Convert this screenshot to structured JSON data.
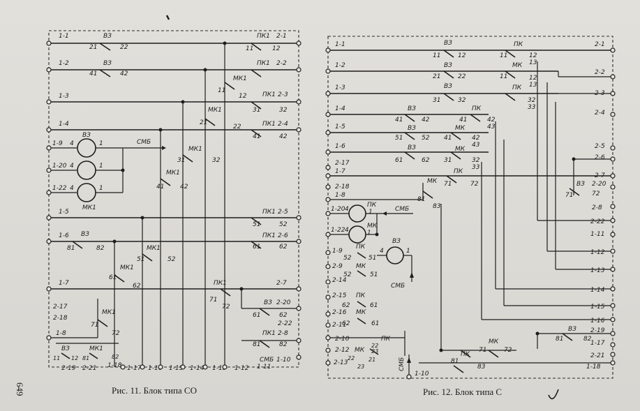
{
  "page_number": "649",
  "figure_left": {
    "caption": "Рис. 11. Блок типа СО",
    "left_terminals": [
      "1-1",
      "1-2",
      "1-3",
      "1-4",
      "1-9",
      "1-20",
      "1-22",
      "1-5",
      "1-6",
      "1-7",
      "2-17",
      "2-18",
      "1-8"
    ],
    "right_terminals": [
      "2-1",
      "2-2",
      "2-3",
      "2-4",
      "2-5",
      "2-6",
      "2-7",
      "2-20",
      "2-22",
      "2-8",
      "1-10",
      "1-11"
    ],
    "bottom_terminals": [
      "2-19",
      "2-21",
      "1-18",
      "1-17",
      "1-16",
      "1-15",
      "1-14",
      "1-13",
      "1-12"
    ],
    "coils": [
      "ВЗ",
      "МК1"
    ],
    "signal": "СМБ",
    "contacts": {
      "vz": "ВЗ",
      "pk1": "ПК1",
      "mk1": "МК1",
      "n11": "11",
      "n12": "12",
      "n21": "21",
      "n22": "22",
      "n31": "31",
      "n32": "32",
      "n41": "41",
      "n42": "42",
      "n51": "51",
      "n52": "52",
      "n61": "61",
      "n62": "62",
      "n71": "71",
      "n72": "72",
      "n81": "81",
      "n82": "82",
      "n4": "4",
      "n1": "1"
    }
  },
  "figure_right": {
    "caption": "Рис. 12. Блок   типа С",
    "left_terminals": [
      "1-1",
      "1-2",
      "1-3",
      "1-4",
      "1-5",
      "1-6",
      "2-17",
      "1-7",
      "2-18",
      "1-8",
      "1-20",
      "1-22",
      "1-9",
      "2-9",
      "2-14",
      "2-15",
      "2-16",
      "2-11",
      "2-10",
      "2-12",
      "2-13"
    ],
    "right_terminals": [
      "2-1",
      "2-2",
      "2-3",
      "2-4",
      "2-5",
      "2-6",
      "2-7",
      "2-20",
      "2-8",
      "2-22",
      "1-11",
      "1-12",
      "1-13",
      "1-14",
      "1-15",
      "1-16",
      "2-19",
      "1-17",
      "2-21",
      "1-18"
    ],
    "bottom_terminals": [
      "1-10"
    ],
    "coils": [
      "ПК",
      "МК",
      "ВЗ"
    ],
    "signal": "СМБ",
    "contacts": {
      "vz": "ВЗ",
      "pk": "ПК",
      "mk": "МК",
      "n11": "11",
      "n12": "12",
      "n13": "13",
      "n21": "21",
      "n22": "22",
      "n23": "23",
      "n31": "31",
      "n32": "32",
      "n33": "33",
      "n41": "41",
      "n42": "42",
      "n43": "43",
      "n51": "51",
      "n52": "52",
      "n61": "61",
      "n62": "62",
      "n71": "71",
      "n72": "72",
      "n81": "81",
      "n82": "82",
      "n83": "83",
      "n4": "4",
      "n1": "1"
    }
  }
}
